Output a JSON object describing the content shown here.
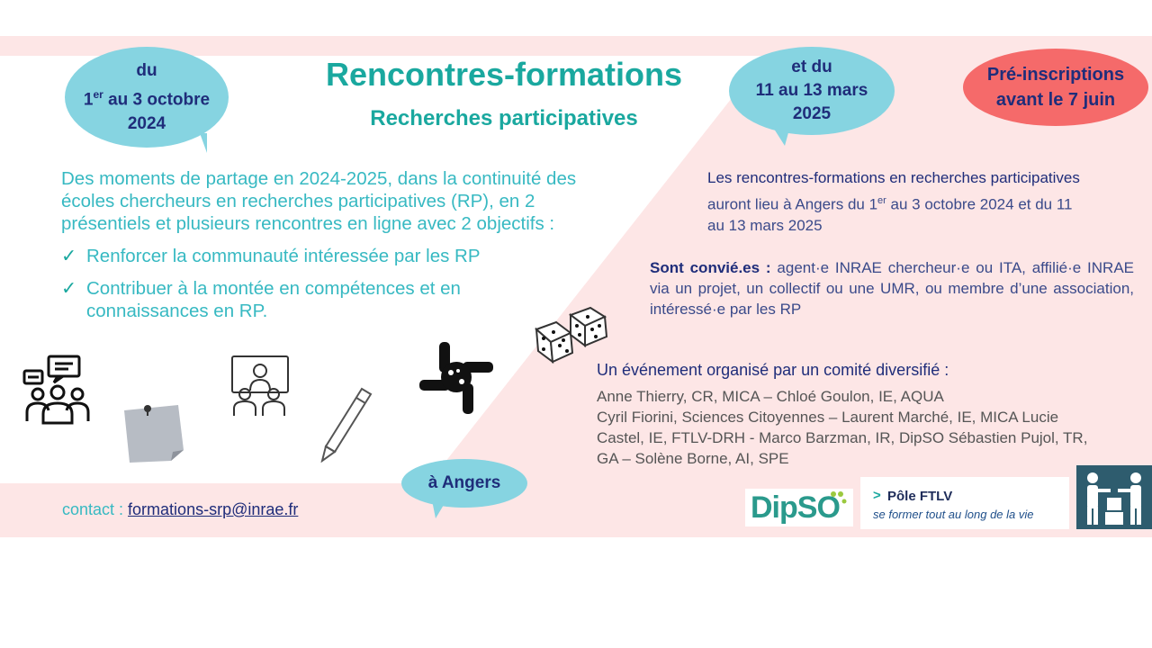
{
  "bubbles": {
    "first": {
      "line1": "du",
      "line2_prefix": "1",
      "line2_sup": "er",
      "line2_suffix": " au 3 octobre",
      "line3": "2024"
    },
    "second": {
      "line1": "et du",
      "line2": "11 au 13 mars",
      "line3": "2025"
    },
    "preinscription": {
      "line1": "Pré-inscriptions",
      "line2": "avant le 7 juin"
    },
    "location": {
      "label": "à Angers"
    }
  },
  "header": {
    "title": "Rencontres-formations",
    "subtitle": "Recherches participatives"
  },
  "intro": {
    "text": "Des moments de partage en 2024-2025,  dans la continuité des écoles chercheurs en recherches participatives (RP), en 2 présentiels et plusieurs rencontres en ligne avec 2 objectifs :"
  },
  "objectives": [
    {
      "mark": "✓",
      "text": "Renforcer la communauté intéressée par les RP"
    },
    {
      "mark": "✓",
      "text": "Contribuer à la montée en compétences et en connaissances en RP."
    }
  ],
  "details": {
    "heading": "Les rencontres-formations en recherches participatives",
    "line1_prefix": "auront lieu à Angers du 1",
    "line1_sup": "er",
    "line1_suffix": " au 3 octobre 2024 et du 11",
    "line2": "au 13 mars 2025"
  },
  "invited": {
    "label": "Sont convié.es :",
    "text": " agent·e INRAE chercheur·e ou ITA, affilié·e INRAE via un projet, un collectif ou une UMR, ou membre d’une association, intéressé·e par les RP"
  },
  "committee": {
    "heading": "Un événement organisé par un comité diversifié :",
    "line1": "Anne Thierry, CR, MICA – Chloé Goulon, IE, AQUA",
    "line2": "Cyril Fiorini, Sciences Citoyennes – Laurent Marché, IE, MICA Lucie Castel, IE, FTLV-DRH - Marco Barzman, IR, DipSO Sébastien Pujol, TR, GA – Solène Borne, AI, SPE"
  },
  "contact": {
    "label": "contact : ",
    "email": "formations-srp@inrae.fr"
  },
  "logos": {
    "dipso": "DipSO",
    "ftlv_title": "Pôle FTLV",
    "ftlv_tagline": "se former tout au long de la vie"
  },
  "colors": {
    "teal": "#1aa89f",
    "navy": "#1f2d7a",
    "bubble": "#86d4e1",
    "coral": "#f56a6a",
    "band": "#fde6e6"
  }
}
